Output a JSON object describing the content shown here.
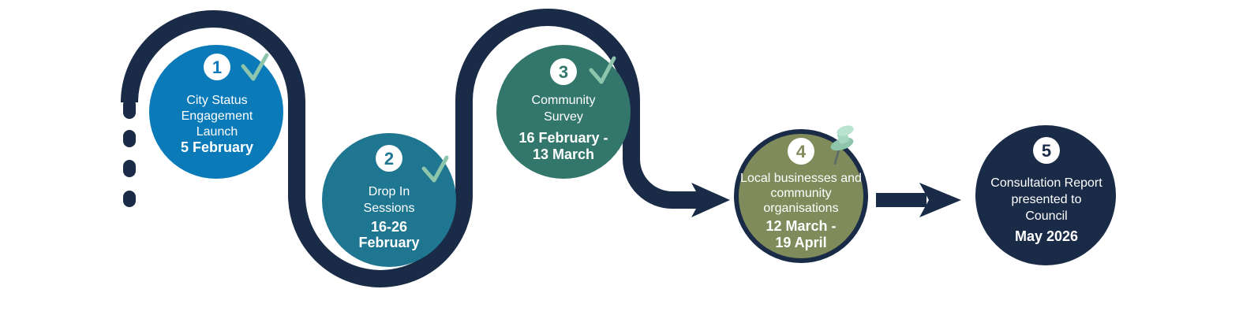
{
  "colors": {
    "track": "#1a2b47",
    "check": "#8ec6ad",
    "step1": "#0a7ab8",
    "step2": "#1f7690",
    "step3": "#33776c",
    "step4": "#7f8b5a",
    "step5": "#1a2b47"
  },
  "steps": [
    {
      "number": "1",
      "label_lines": [
        "City Status",
        "Engagement",
        "Launch"
      ],
      "date_lines": [
        "5 February"
      ],
      "status": "complete"
    },
    {
      "number": "2",
      "label_lines": [
        "Drop In",
        "Sessions"
      ],
      "date_lines": [
        "16-26",
        "February"
      ],
      "status": "complete"
    },
    {
      "number": "3",
      "label_lines": [
        "Community",
        "Survey"
      ],
      "date_lines": [
        "16 February -",
        "13 March"
      ],
      "status": "complete"
    },
    {
      "number": "4",
      "label_lines": [
        "Local businesses and",
        "community",
        "organisations"
      ],
      "date_lines": [
        "12 March -",
        "19 April"
      ],
      "status": "current"
    },
    {
      "number": "5",
      "label_lines": [
        "Consultation Report",
        "presented to",
        "Council"
      ],
      "date_lines": [
        "May 2026"
      ],
      "status": "upcoming"
    }
  ],
  "icons": {
    "complete": "check-icon",
    "current": "pushpin-icon",
    "connector": "arrow-right-icon"
  }
}
